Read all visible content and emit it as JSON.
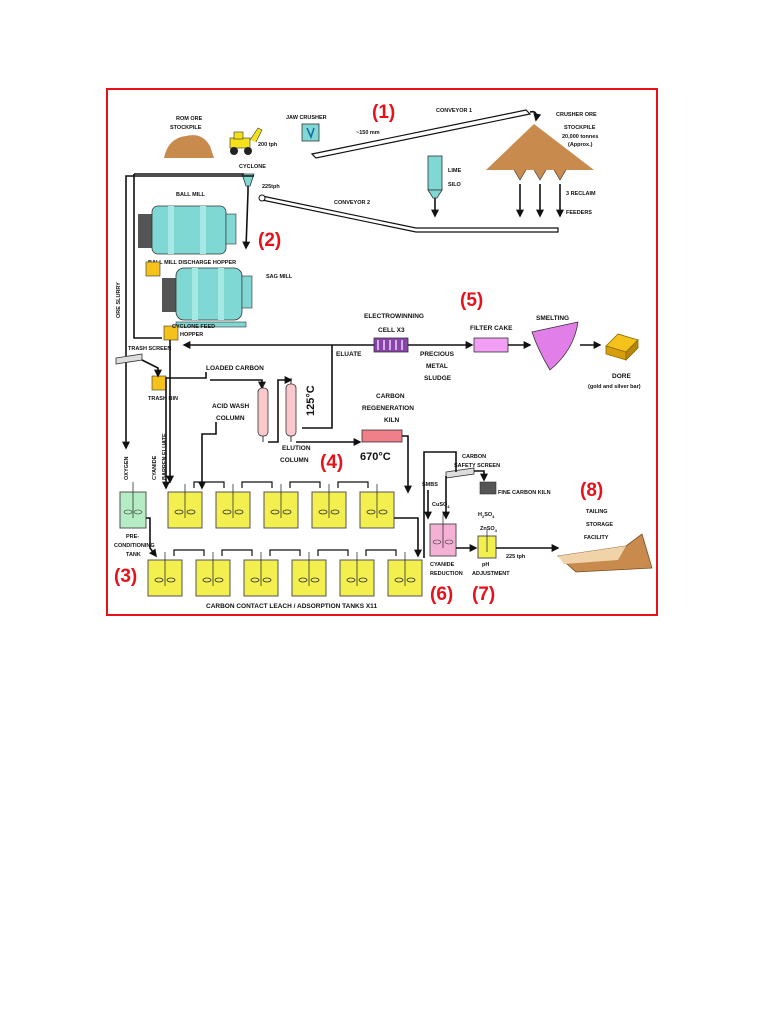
{
  "labels": {
    "rom_ore": "ROM ORE",
    "stockpile": "STOCKPILE",
    "rate_200": "200 tph",
    "jaw_crusher": "JAW CRUSHER",
    "size_150": "~150 mm",
    "conveyor1": "CONVEYOR 1",
    "crusher_ore": "CRUSHER ORE",
    "crusher_stockpile": "STOCKPILE",
    "tonnes": "20,000 tonnes",
    "approx": "(Approx.)",
    "lime": "LIME",
    "silo": "SILO",
    "reclaim_3": "3 RECLAIM",
    "feeders": "FEEDERS",
    "cyclone": "CYCLONE",
    "rate_225": "225tph",
    "ball_mill": "BALL MILL",
    "conveyor2": "CONVEYOR 2",
    "ball_mill_discharge": "BALL MILL DISCHARGE HOPPER",
    "sag_mill": "SAG MILL",
    "ore_slurry": "ORE SLURRY",
    "cyclone_feed": "CYCLONE FEED",
    "hopper": "HOPPER",
    "trash_screen": "TRASH SCREEN",
    "trash_bin": "TRASH BIN",
    "electrowinning": "ELECTROWINNING",
    "cell_x3": "CELL X3",
    "eluate": "ELUATE",
    "precious": "PRECIOUS",
    "metal": "METAL",
    "sludge": "SLUDGE",
    "filter_cake": "FILTER CAKE",
    "smelting": "SMELTING",
    "dore": "DORE",
    "gold_silver": "(gold and silver bar)",
    "loaded_carbon": "LOADED CARBON",
    "acid_wash": "ACID WASH",
    "column": "COLUMN",
    "temp_125": "125°C",
    "carbon": "CARBON",
    "regeneration": "REGENERATION",
    "kiln": "KILN",
    "temp_670": "670°C",
    "elution": "ELUTION",
    "elution_column": "COLUMN",
    "oxygen": "OXYGEN",
    "cyanide": "CYANIDE",
    "barren_eluate": "BARREN ELUATE",
    "pre": "PRE-",
    "conditioning": "CONDITIONING",
    "tank": "TANK",
    "carbon_safety": "CARBON",
    "safety_screen": "SAFETY SCREEN",
    "smbs": "SMBS",
    "fine_carbon_kiln": "FINE CARBON KILN",
    "cuso4": "CuSO",
    "cuso4_sub": "4",
    "h2so4_h": "H",
    "h2so4_2": "2",
    "h2so4_so": "SO",
    "h2so4_4": "4",
    "znso4": "ZnSO",
    "znso4_sub": "4",
    "cyanide_red": "CYANIDE",
    "reduction": "REDUCTION",
    "ph": "pH",
    "adjustment": "ADJUSTMENT",
    "rate_225b": "225 tph",
    "tailing": "TAILING",
    "storage": "STORAGE",
    "facility": "FACILITY",
    "leach_tanks": "CARBON CONTACT LEACH / ADSORPTION TANKS X11"
  },
  "stages": {
    "s1": "(1)",
    "s2": "(2)",
    "s3": "(3)",
    "s4": "(4)",
    "s5": "(5)",
    "s6": "(6)",
    "s7": "(7)",
    "s8": "(8)"
  },
  "colors": {
    "frame": "#e8111a",
    "stage_numbers": "#e8111a",
    "ore": "#c98a4e",
    "mill": "#7fd8d4",
    "tank": "#f2ef4e",
    "electrowinning": "#8844aa",
    "filter": "#f29ef5",
    "smelt": "#e27ee8",
    "gold": "#f4c21a",
    "columns": "#f8c8cc",
    "kiln": "#f07f8a",
    "preconditioning": "#b5ecc4",
    "cyanide_reduction": "#f5b0d6"
  }
}
